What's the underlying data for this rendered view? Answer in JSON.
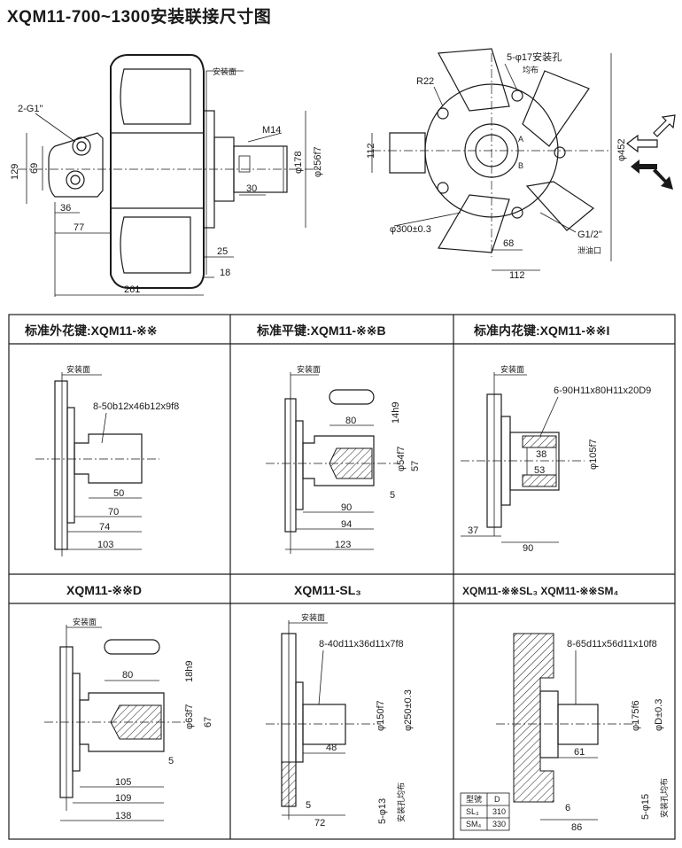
{
  "title": "XQM11-700~1300安装联接尺寸图",
  "top": {
    "left_view": {
      "port_label": "2-G1\"",
      "mount_label": "安装面",
      "thread_label": "M14",
      "dims": {
        "d129": "129",
        "d69": "69",
        "d36": "36",
        "d77": "77",
        "d261": "261",
        "d25": "25",
        "d18": "18",
        "d30": "30",
        "d178": "φ178",
        "d256": "φ256f7"
      }
    },
    "right_view": {
      "holes_label": "5-φ17安装孔",
      "holes_sub": "均布",
      "r22": "R22",
      "d112_v": "112",
      "d300": "φ300±0.3",
      "d68": "68",
      "d112_h": "112",
      "d452": "φ452",
      "port_a": "A",
      "port_b": "B",
      "drain_label": "G1/2\"",
      "drain_sub": "泄油口"
    }
  },
  "cells": [
    {
      "title": "标准外花键:XQM11-※※",
      "mount": "安装面",
      "spec": "8-50b12x46b12x9f8",
      "dims": [
        "50",
        "70",
        "74",
        "103"
      ]
    },
    {
      "title": "标准平键:XQM11-※※B",
      "mount": "安装面",
      "dims": [
        "80",
        "14h9",
        "φ54f7",
        "57",
        "5",
        "90",
        "94",
        "123"
      ]
    },
    {
      "title": "标准内花键:XQM11-※※I",
      "mount": "安装面",
      "spec": "6-90H11x80H11x20D9",
      "dims": [
        "38",
        "53",
        "φ105f7",
        "37",
        "90"
      ]
    },
    {
      "title": "XQM11-※※D",
      "mount": "安装面",
      "dims": [
        "80",
        "18h9",
        "φ63f7",
        "67",
        "5",
        "105",
        "109",
        "138"
      ]
    },
    {
      "title": "XQM11-SL₃",
      "mount": "安装面",
      "spec": "8-40d11x36d11x7f8",
      "dims": [
        "48",
        "φ150f7",
        "φ250±0.3",
        "5",
        "72",
        "5-φ13",
        "安装孔均布"
      ]
    },
    {
      "title": "XQM11-※※SL₃   XQM11-※※SM₄",
      "spec": "8-65d11x56d11x10f8",
      "dims": [
        "61",
        "φ175f6",
        "φD±0.3",
        "6",
        "86",
        "5-φ15",
        "安装孔均布"
      ],
      "table": {
        "h1": "型號",
        "h2": "D",
        "r1c1": "SL₃",
        "r1c2": "310",
        "r2c1": "SM₄",
        "r2c2": "330"
      }
    }
  ]
}
